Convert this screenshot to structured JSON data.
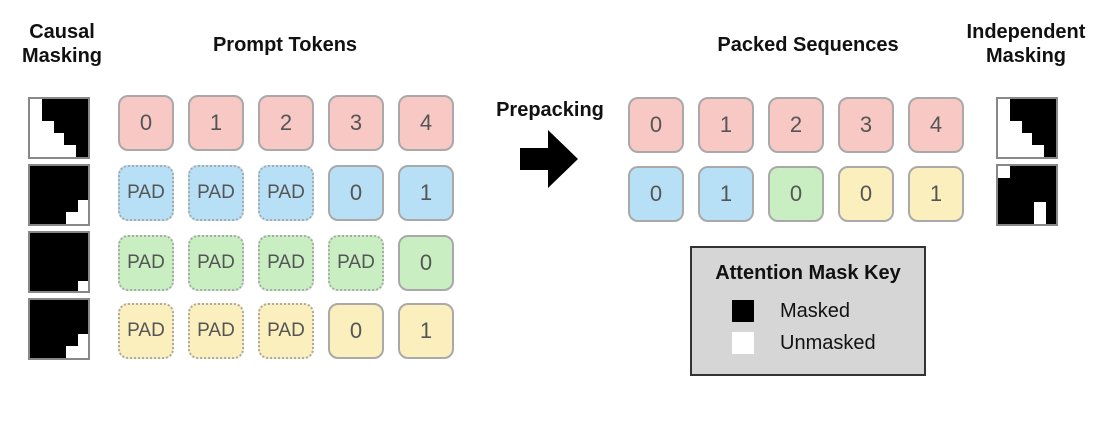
{
  "headings": {
    "causal": "Causal\nMasking",
    "prompt": "Prompt Tokens",
    "packed": "Packed Sequences",
    "independent": "Independent\nMasking"
  },
  "arrow_label": "Prepacking",
  "prompt_rows": [
    {
      "color": "red",
      "tokens": [
        "0",
        "1",
        "2",
        "3",
        "4"
      ],
      "pad_count": 0
    },
    {
      "color": "blue",
      "tokens": [
        "PAD",
        "PAD",
        "PAD",
        "0",
        "1"
      ],
      "pad_count": 3
    },
    {
      "color": "green",
      "tokens": [
        "PAD",
        "PAD",
        "PAD",
        "PAD",
        "0"
      ],
      "pad_count": 4
    },
    {
      "color": "yellow",
      "tokens": [
        "PAD",
        "PAD",
        "PAD",
        "0",
        "1"
      ],
      "pad_count": 3
    }
  ],
  "packed_rows": [
    {
      "tokens": [
        {
          "t": "0",
          "color": "red"
        },
        {
          "t": "1",
          "color": "red"
        },
        {
          "t": "2",
          "color": "red"
        },
        {
          "t": "3",
          "color": "red"
        },
        {
          "t": "4",
          "color": "red"
        }
      ]
    },
    {
      "tokens": [
        {
          "t": "0",
          "color": "blue"
        },
        {
          "t": "1",
          "color": "blue"
        },
        {
          "t": "0",
          "color": "green"
        },
        {
          "t": "0",
          "color": "yellow"
        },
        {
          "t": "1",
          "color": "yellow"
        }
      ]
    }
  ],
  "key": {
    "title": "Attention Mask Key",
    "masked": "Masked",
    "unmasked": "Unmasked"
  },
  "colors": {
    "red": "#f7c8c4",
    "blue": "#b7e0f6",
    "green": "#c8eec2",
    "yellow": "#fbefbd",
    "border": "#a9a9a9"
  }
}
